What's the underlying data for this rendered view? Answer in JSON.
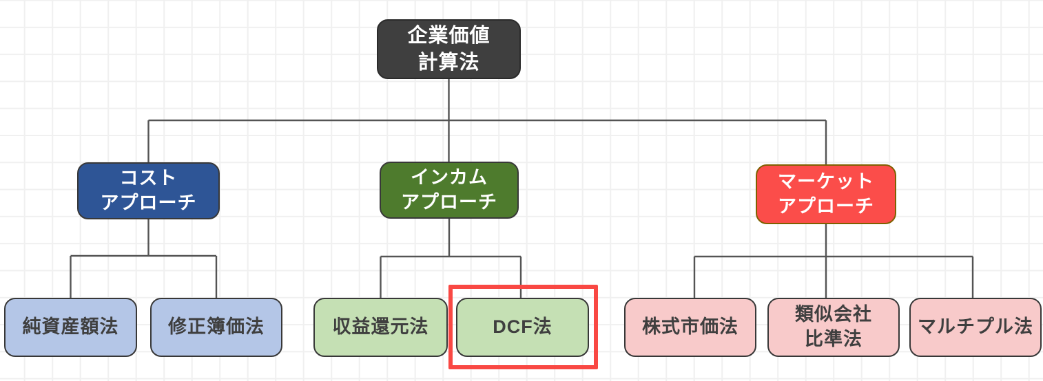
{
  "page": {
    "background": "#ffffff",
    "grid_line_color": "#f0f0f0"
  },
  "nodes": {
    "root": {
      "label": "企業価値\n計算法",
      "fill": "#3f3f3f",
      "border": "#2b2b2b",
      "text": "#ffffff"
    },
    "cost": {
      "label": "コスト\nアプローチ",
      "fill": "#2e5596",
      "border": "#383838",
      "text": "#ffffff"
    },
    "income": {
      "label": "インカム\nアプローチ",
      "fill": "#4e7b2d",
      "border": "#383838",
      "text": "#ffffff"
    },
    "market": {
      "label": "マーケット\nアプローチ",
      "fill": "#fb4d4a",
      "border": "#7f6000",
      "text": "#ffffff"
    },
    "cost_children": [
      {
        "label": "純資産額法",
        "fill": "#b4c6e7",
        "border": "#383838",
        "text": "#3f3f3f"
      },
      {
        "label": "修正簿価法",
        "fill": "#b4c6e7",
        "border": "#383838",
        "text": "#3f3f3f"
      }
    ],
    "income_children": [
      {
        "label": "収益還元法",
        "fill": "#c5e0b4",
        "border": "#383838",
        "text": "#3f3f3f"
      },
      {
        "label": "DCF法",
        "fill": "#c5e0b4",
        "border": "#383838",
        "text": "#3f3f3f",
        "highlighted": true
      }
    ],
    "market_children": [
      {
        "label": "株式市価法",
        "fill": "#f8caca",
        "border": "#383838",
        "text": "#3f3f3f"
      },
      {
        "label": "類似会社\n比準法",
        "fill": "#f8caca",
        "border": "#383838",
        "text": "#3f3f3f"
      },
      {
        "label": "マルチプル法",
        "fill": "#f8caca",
        "border": "#383838",
        "text": "#3f3f3f"
      }
    ],
    "connector_color": "#545454",
    "highlight_color": "#f94843"
  }
}
